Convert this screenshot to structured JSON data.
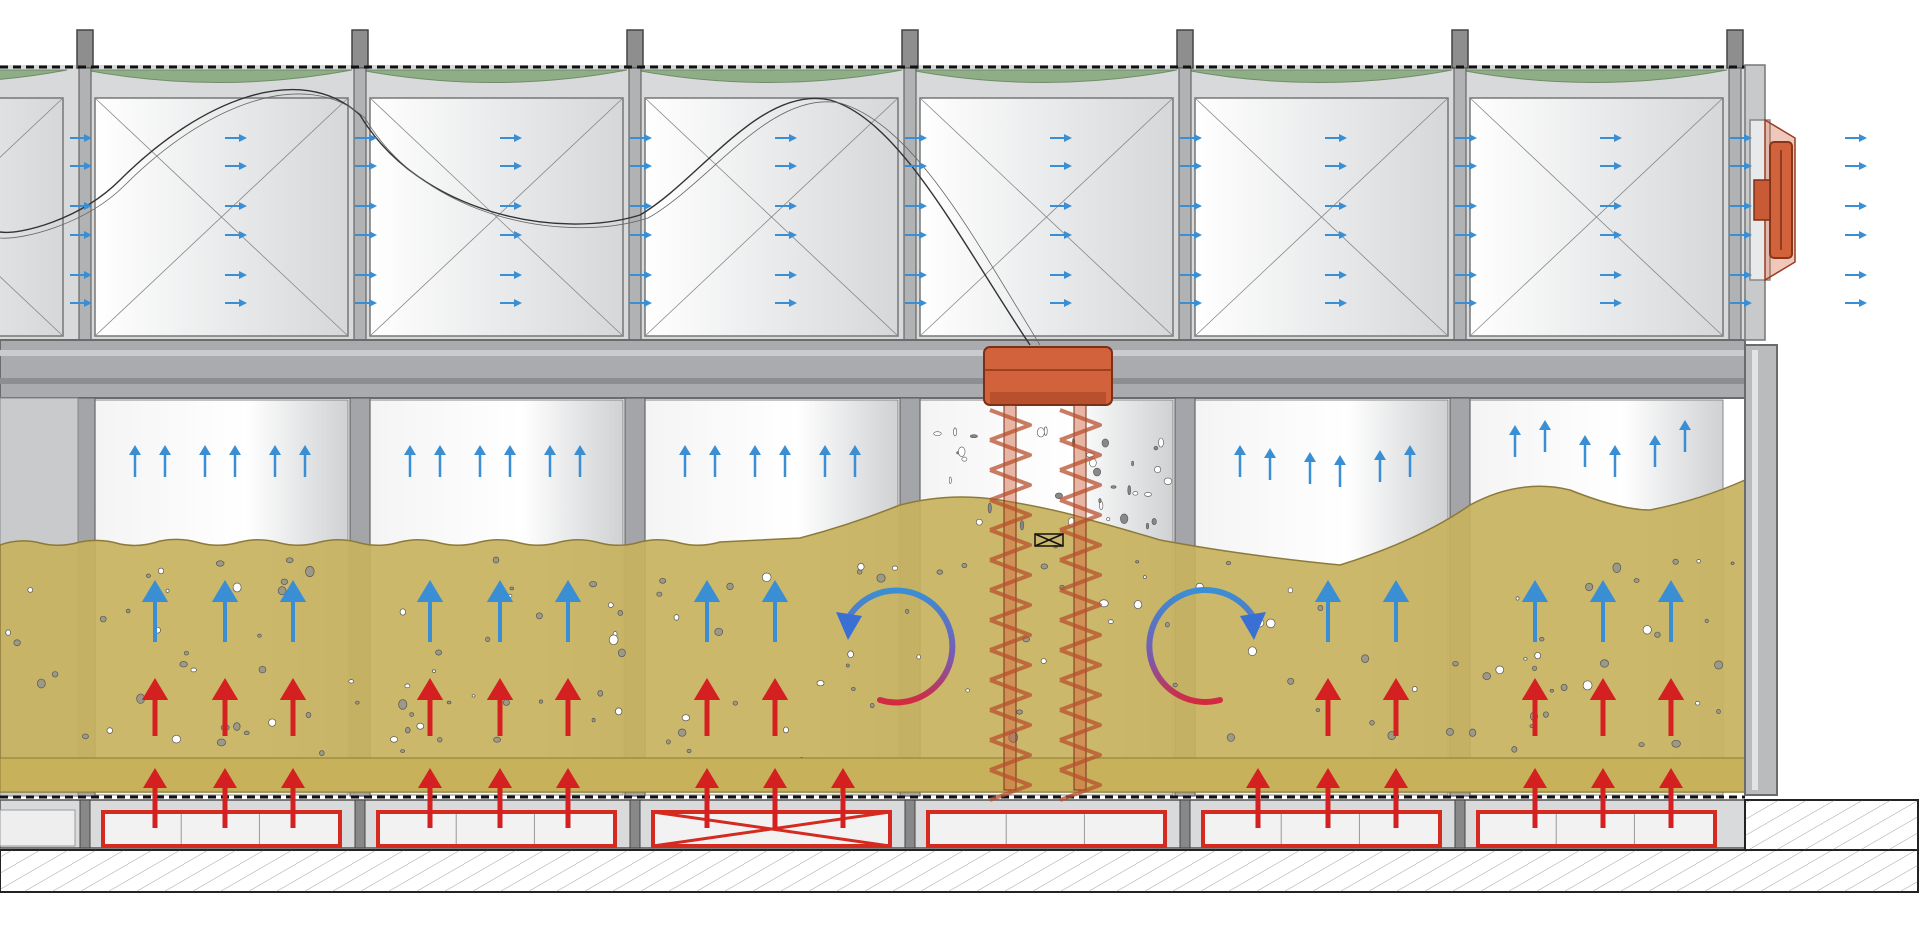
{
  "diagram": {
    "sections": 7,
    "middle_section_index": 3,
    "colors": {
      "background": "#ffffff",
      "frame": "#8e8e8e",
      "frame_dark": "#555555",
      "panel": "#e6e7e8",
      "membrane": "#8fae88",
      "material": "#c8b25e",
      "auger": "#d2623c",
      "floor_duct": "#d42a20",
      "air_blue": "#3a8fd4",
      "air_red": "#d42020",
      "concrete": "#ffffff"
    },
    "components": [
      {
        "id": "top-panels",
        "icon": "x-braced-panel"
      },
      {
        "id": "exhaust-fan",
        "icon": "fan-icon"
      },
      {
        "id": "turning-machine",
        "icon": "screw-auger-icon"
      },
      {
        "id": "aeration-floor",
        "icon": "floor-duct-icon"
      },
      {
        "id": "concrete-foundation",
        "icon": "hatched-slab-icon"
      },
      {
        "id": "mixing-rotation",
        "icon": "rotate-arrow-icon"
      }
    ]
  }
}
